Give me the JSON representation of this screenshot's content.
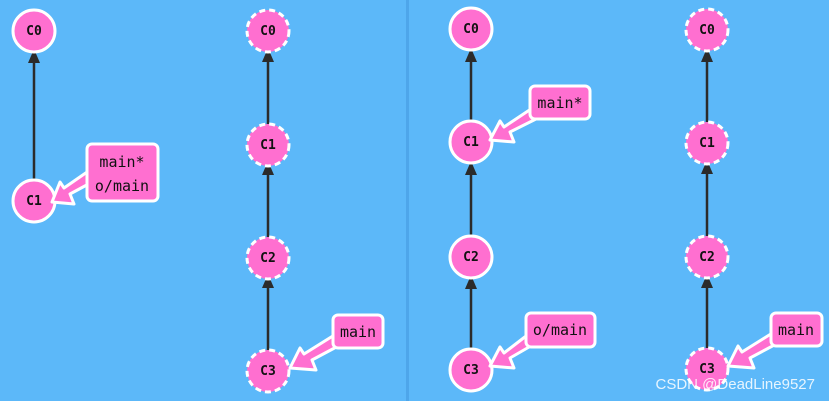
{
  "colors": {
    "background": "#5cb8f9",
    "divider": "#4ea6ea",
    "node_fill": "#ff6fd0",
    "node_stroke": "#ffffff",
    "edge": "#2b2b2b",
    "tag_fill": "#ff6fd0",
    "tag_stroke": "#ffffff"
  },
  "panels": {
    "p1": {
      "nodes": [
        "C0",
        "C1"
      ],
      "tag_lines": [
        "main*",
        "o/main"
      ]
    },
    "p2": {
      "nodes": [
        "C0",
        "C1",
        "C2",
        "C3"
      ],
      "tag_lines": [
        "main"
      ]
    },
    "p3": {
      "nodes": [
        "C0",
        "C1",
        "C2",
        "C3"
      ],
      "tag_main": "main*",
      "tag_origin": "o/main"
    },
    "p4": {
      "nodes": [
        "C0",
        "C1",
        "C2",
        "C3"
      ],
      "tag_lines": [
        "main"
      ]
    }
  },
  "watermark": "CSDN @DeadLine9527"
}
